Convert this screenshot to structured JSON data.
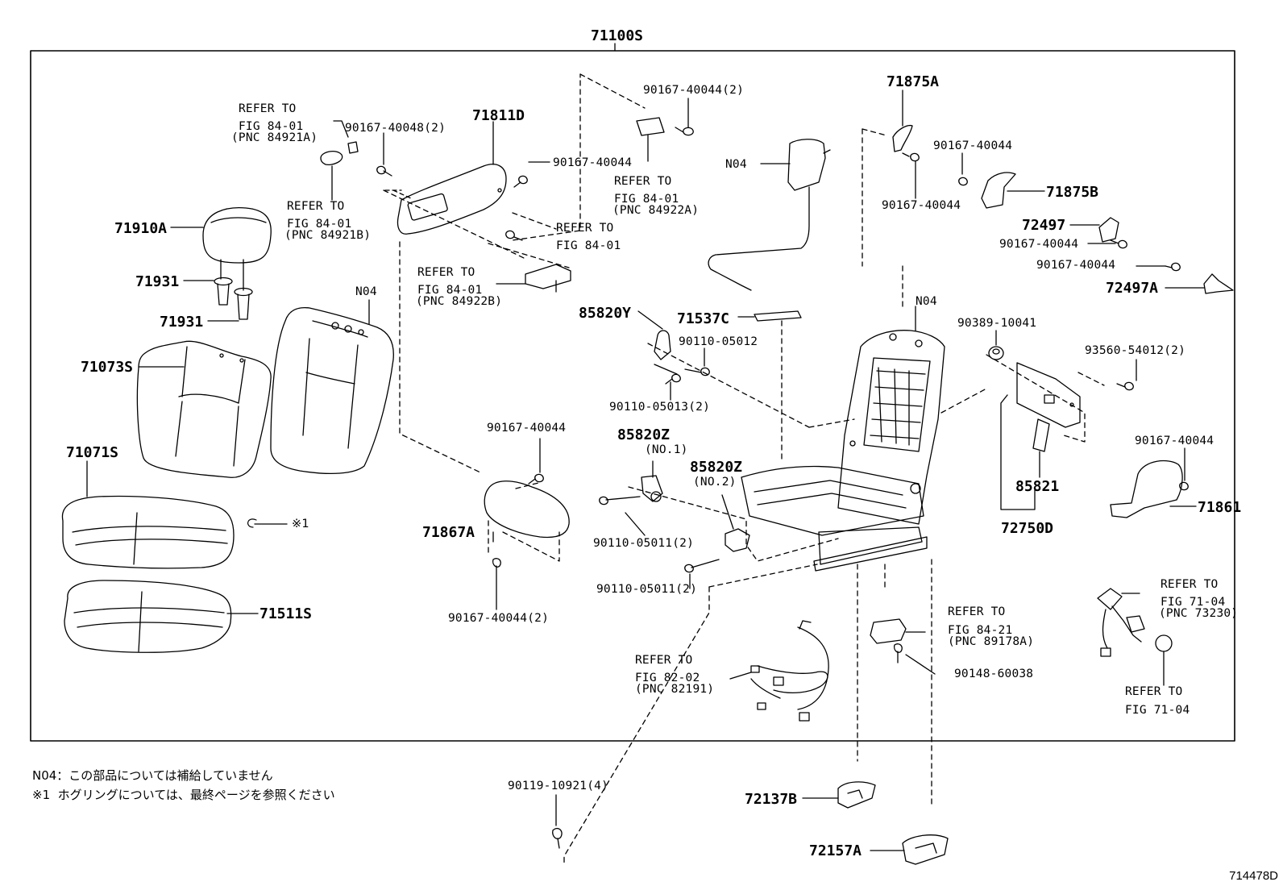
{
  "assembly_number": "71100S",
  "labels": {
    "p71910A": "71910A",
    "p71931_a": "71931",
    "p71931_b": "71931",
    "p71073S": "71073S",
    "p71071S": "71071S",
    "p71511S": "71511S",
    "pN04_back": "N04",
    "mark1": "※1",
    "refer_84921A": [
      "REFER TO",
      "FIG 84-01",
      "(PNC 84921A)"
    ],
    "p90167_40048_2": "90167-40048(2)",
    "refer_84921B": [
      "REFER TO",
      "FIG 84-01",
      "(PNC 84921B)"
    ],
    "p71811D": "71811D",
    "p90167_40044_a": "90167-40044",
    "p90167_40044_2_top": "90167-40044(2)",
    "refer_84922A": [
      "REFER TO",
      "FIG 84-01",
      "(PNC 84922A)"
    ],
    "refer_fig8401": [
      "REFER TO",
      "FIG 84-01"
    ],
    "refer_84922B": [
      "REFER TO",
      "FIG 84-01",
      "(PNC 84922B)"
    ],
    "pN04_headrest_stay": "N04",
    "p85820Y": "85820Y",
    "p71537C": "71537C",
    "p90110_05012": "90110-05012",
    "p90110_05013_2": "90110-05013(2)",
    "p90167_40044_b": "90167-40044",
    "p71867A": "71867A",
    "p90167_40044_2_bottom": "90167-40044(2)",
    "p85820Z_no1": [
      "85820Z",
      "(NO.1)"
    ],
    "p85820Z_no2": [
      "85820Z",
      "(NO.2)"
    ],
    "p90110_05011_2_a": "90110-05011(2)",
    "p90110_05011_2_b": "90110-05011(2)",
    "p71875A": "71875A",
    "p90167_40044_c": "90167-40044",
    "p90167_40044_d": "90167-40044",
    "p71875B": "71875B",
    "p72497": "72497",
    "p90167_40044_e": "90167-40044",
    "p90167_40044_f": "90167-40044",
    "p72497A": "72497A",
    "pN04_frame": "N04",
    "p90389_10041": "90389-10041",
    "p93560_54012_2": "93560-54012(2)",
    "p85821": "85821",
    "p72750D": "72750D",
    "p90167_40044_g": "90167-40044",
    "p71861": "71861",
    "refer_89178A": [
      "REFER TO",
      "FIG 84-21",
      "(PNC 89178A)"
    ],
    "p90148_60038": "90148-60038",
    "refer_82191": [
      "REFER TO",
      "FIG 82-02",
      "(PNC 82191)"
    ],
    "refer_73230": [
      "REFER TO",
      "FIG 71-04",
      "(PNC 73230)"
    ],
    "refer_fig7104": [
      "REFER TO",
      "FIG 71-04"
    ],
    "p90119_10921_4": "90119-10921(4)",
    "p72137B": "72137B",
    "p72157A": "72157A"
  },
  "notes": [
    "N04：この部品については補給していません",
    "※1  ホグリングについては、最終ページを参照ください"
  ],
  "drawing_code": "714478D"
}
